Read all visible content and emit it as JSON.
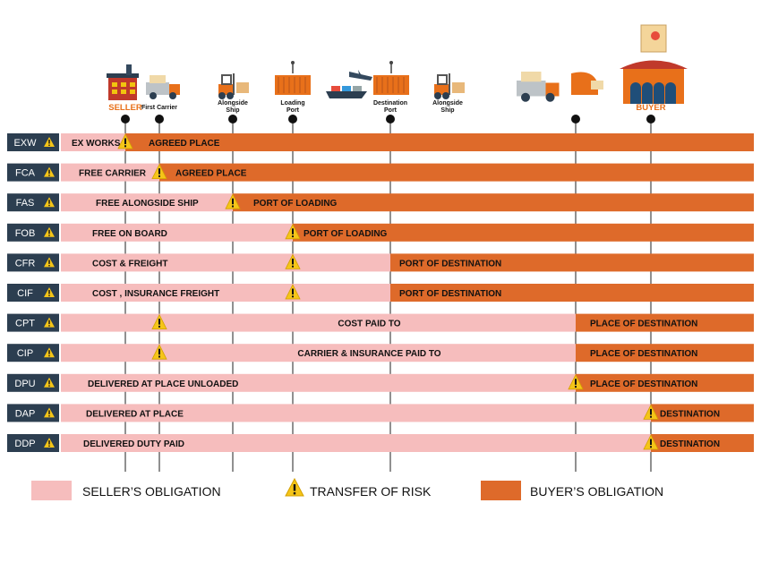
{
  "colors": {
    "seller": "#f6bdbd",
    "buyer": "#de6a2a",
    "code_box": "#2c3e50",
    "warning": "#f5c518",
    "seller_label": "#e8701a",
    "buyer_label": "#e8701a"
  },
  "header": {
    "points": [
      {
        "key": "seller",
        "label": "SELLER",
        "icon": "factory-icon"
      },
      {
        "key": "first_carrier",
        "label": "First Carrier",
        "icon": "truck-icon"
      },
      {
        "key": "alongside_ship_1",
        "label": "Alongside\nShip",
        "icon": "forklift-icon"
      },
      {
        "key": "loading_port",
        "label": "Loading\nPort",
        "icon": "container-crane-icon"
      },
      {
        "key": "cargo_ship",
        "label": "",
        "icon": "ship-plane-icon"
      },
      {
        "key": "destination_port",
        "label": "Destination\nPort",
        "icon": "container-crane-icon"
      },
      {
        "key": "alongside_ship_2",
        "label": "Alongside\nShip",
        "icon": "forklift-icon"
      },
      {
        "key": "truck_2",
        "label": "",
        "icon": "delivery-truck-icon"
      },
      {
        "key": "buyer",
        "label": "BUYER",
        "icon": "warehouse-icon"
      }
    ]
  },
  "rows": [
    {
      "code": "EXW",
      "seller_text": "EX WORKS",
      "buyer_text": "AGREED PLACE",
      "risk_point": "seller",
      "split": "seller"
    },
    {
      "code": "FCA",
      "seller_text": "FREE CARRIER",
      "buyer_text": "AGREED PLACE",
      "risk_point": "first_carrier",
      "split": "first_carrier"
    },
    {
      "code": "FAS",
      "seller_text": "FREE ALONGSIDE SHIP",
      "buyer_text": "PORT OF LOADING",
      "risk_point": "alongside_ship_1",
      "split": "alongside_ship_1"
    },
    {
      "code": "FOB",
      "seller_text": "FREE ON BOARD",
      "buyer_text": "PORT OF LOADING",
      "risk_point": "loading_port",
      "split": "loading_port"
    },
    {
      "code": "CFR",
      "seller_text": "COST & FREIGHT",
      "buyer_text": "PORT OF  DESTINATION",
      "risk_point": "loading_port",
      "split": "destination_port"
    },
    {
      "code": "CIF",
      "seller_text": "COST , INSURANCE FREIGHT",
      "buyer_text": "PORT OF  DESTINATION",
      "risk_point": "loading_port",
      "split": "destination_port"
    },
    {
      "code": "CPT",
      "seller_text": "COST PAID TO",
      "buyer_text": "PLACE OF  DESTINATION",
      "risk_point": "first_carrier",
      "split": "truck_2"
    },
    {
      "code": "CIP",
      "seller_text": "CARRIER & INSURANCE PAID TO",
      "buyer_text": "PLACE OF  DESTINATION",
      "risk_point": "first_carrier",
      "split": "truck_2"
    },
    {
      "code": "DPU",
      "seller_text": "DELIVERED AT PLACE UNLOADED",
      "buyer_text": "PLACE OF  DESTINATION",
      "risk_point": "truck_2",
      "split": "truck_2"
    },
    {
      "code": "DAP",
      "seller_text": "DELIVERED AT PLACE",
      "buyer_text": "DESTINATION",
      "risk_point": "buyer",
      "split": "buyer"
    },
    {
      "code": "DDP",
      "seller_text": "DELIVERED DUTY PAID",
      "buyer_text": "DESTINATION",
      "risk_point": "buyer",
      "split": "buyer"
    }
  ],
  "legend": {
    "seller": "SELLER’S OBLIGATION",
    "risk": "TRANSFER OF RISK",
    "buyer": "BUYER’S OBLIGATION"
  }
}
